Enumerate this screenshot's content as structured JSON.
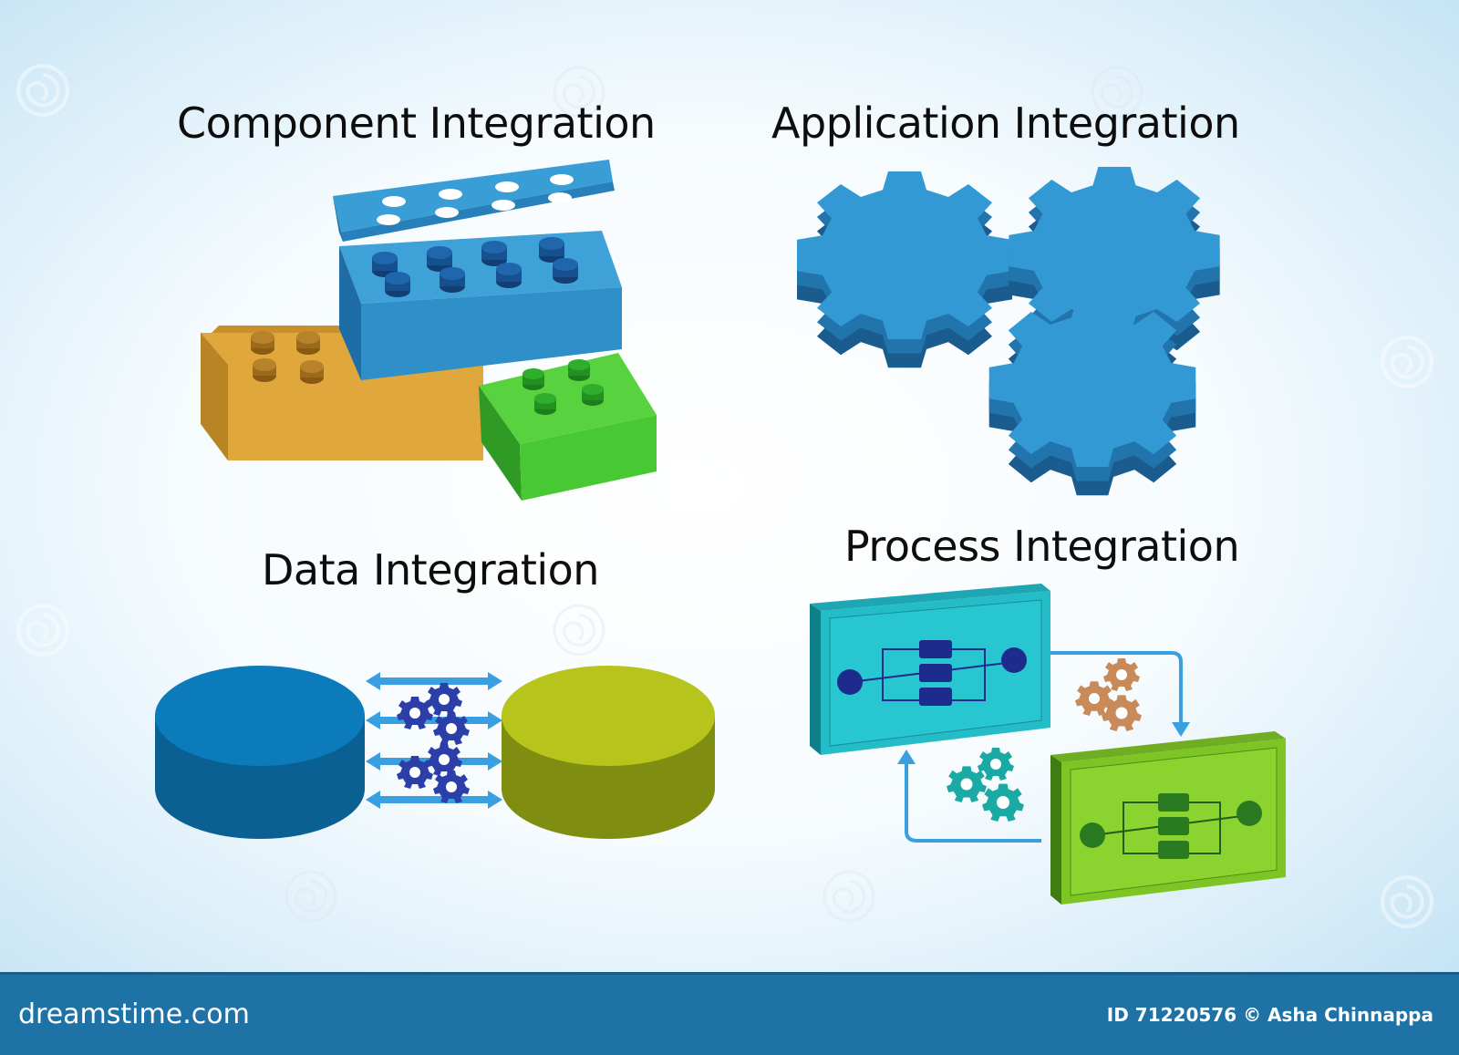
{
  "sections": {
    "component": {
      "title": "Component Integration"
    },
    "application": {
      "title": "Application Integration"
    },
    "data": {
      "title": "Data Integration"
    },
    "process": {
      "title": "Process Integration"
    }
  },
  "watermark": {
    "brand": "dreamstime.com",
    "credit": "ID 71220576 © Asha Chinnappa"
  },
  "icons": {
    "component": [
      "lego-block-icon",
      "lego-lid-icon"
    ],
    "application": [
      "gear-icon"
    ],
    "data": [
      "database-icon",
      "gear-icon",
      "double-arrow-icon"
    ],
    "process": [
      "workflow-box-icon",
      "gear-icon",
      "arrow-icon"
    ]
  },
  "colors": {
    "brick_blue": "#2f8fc8",
    "brick_orange": "#dba43a",
    "brick_green": "#4cc13a",
    "gear_blue": "#2f8fc8",
    "db_blue": "#0b78b5",
    "db_olive": "#b5c41a",
    "panel_teal": "#21b9c5",
    "panel_green": "#7dc524",
    "footer_blue": "#1f72a6"
  }
}
